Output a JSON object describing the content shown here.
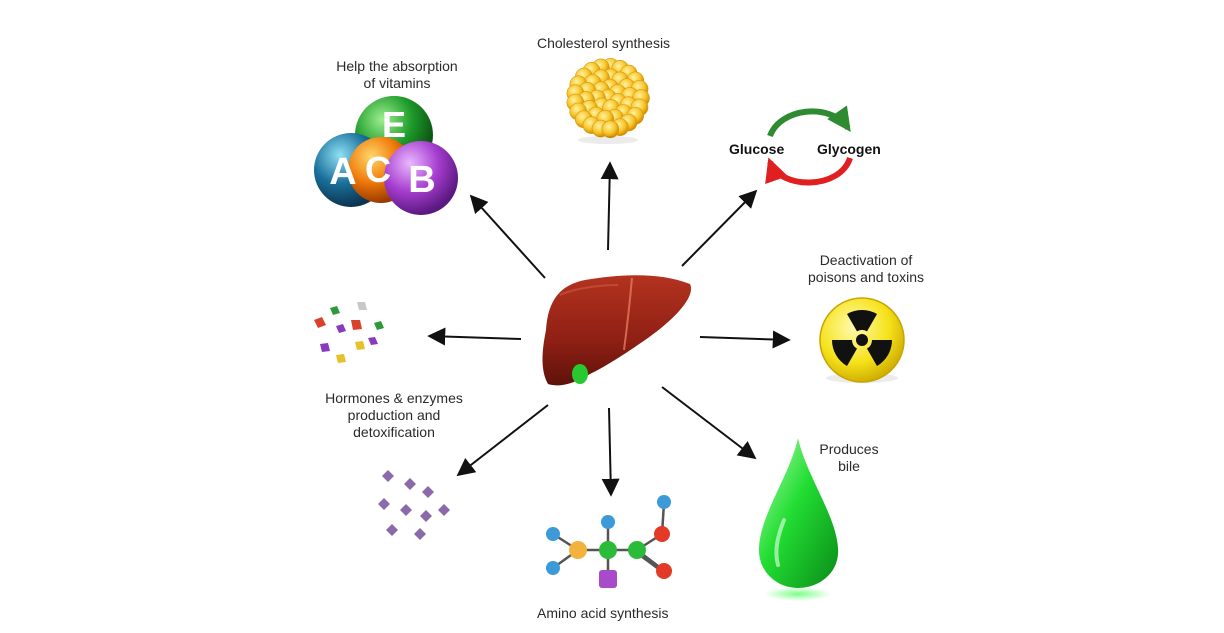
{
  "labels": {
    "vitamins": [
      "Help the absorption",
      "of vitamins"
    ],
    "cholesterol": "Cholesterol synthesis",
    "glucose": "Glucose",
    "glycogen": "Glycogen",
    "poisons": [
      "Deactivation of",
      "poisons and toxins"
    ],
    "hormones": [
      "Hormones & enzymes",
      "production and",
      "detoxification"
    ],
    "amino": "Amino acid synthesis",
    "bile": [
      "Produces",
      "bile"
    ]
  },
  "vitamin_letters": [
    "E",
    "A",
    "C",
    "B"
  ],
  "icons": {
    "vitamins": "vitamin-spheres-icon",
    "cholesterol": "fat-cell-cluster-icon",
    "cycle": "glucose-glycogen-cycle-icon",
    "poison": "radiation-hazard-icon",
    "hormones": "hormone-crystals-icon",
    "enzymes": "enzyme-crystals-icon",
    "amino": "amino-acid-molecule-icon",
    "bile": "bile-drop-icon",
    "liver": "liver-icon"
  },
  "colors": {
    "liver": "#8e1f14",
    "bile": "#22dd33",
    "vitamin_E": "#1e9a2a",
    "vitamin_A": "#1a6f9a",
    "vitamin_C": "#f07a0a",
    "vitamin_B": "#a63dcf",
    "cycle_green": "#2e8b32",
    "cycle_red": "#e02020",
    "radiation_yellow": "#f6e21a"
  }
}
